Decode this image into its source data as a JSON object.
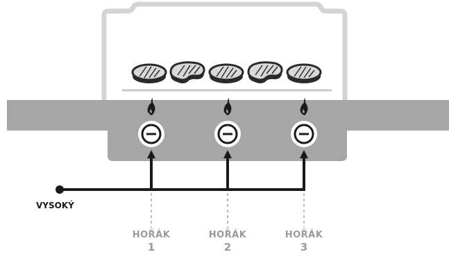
{
  "diagram": {
    "level_label": "VYSOKÝ",
    "burners": [
      {
        "word": "HOŘÁK",
        "number": "1"
      },
      {
        "word": "HOŘÁK",
        "number": "2"
      },
      {
        "word": "HOŘÁK",
        "number": "3"
      }
    ],
    "colors": {
      "grill_body": "#a6a6a6",
      "outline": "#d4d4d4",
      "line": "#1a1a1a",
      "dashed": "#bdbdbd",
      "label_gray": "#9a9a9a"
    },
    "icons": [
      "flame-icon",
      "knob-icon",
      "steak-icon"
    ]
  }
}
